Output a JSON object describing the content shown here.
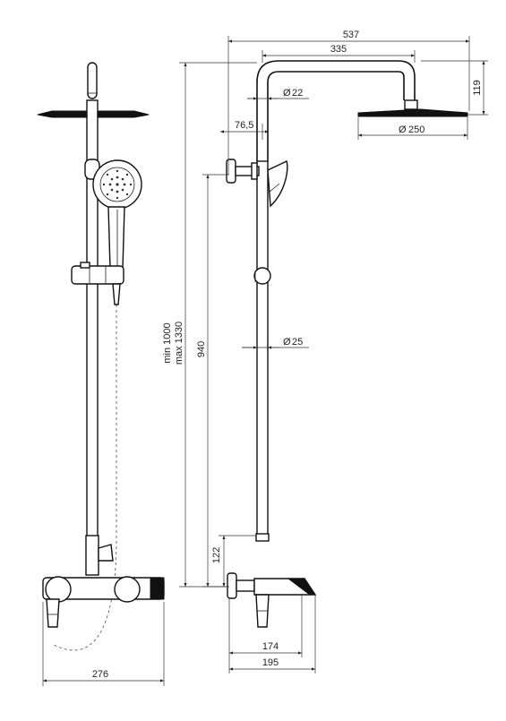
{
  "dimensions": {
    "overall_width": "537",
    "arm_length": "335",
    "head_height": "119",
    "pipe_diameter_top": "22",
    "offset": "76,5",
    "head_diameter": "250",
    "rail_height": "940",
    "height_range_min": "min 1000",
    "height_range_max": "max 1330",
    "pipe_diameter_main": "25",
    "mixer_height": "122",
    "spout_depth": "174",
    "total_depth": "195",
    "front_width": "276"
  },
  "symbols": {
    "diameter": "Ø"
  }
}
